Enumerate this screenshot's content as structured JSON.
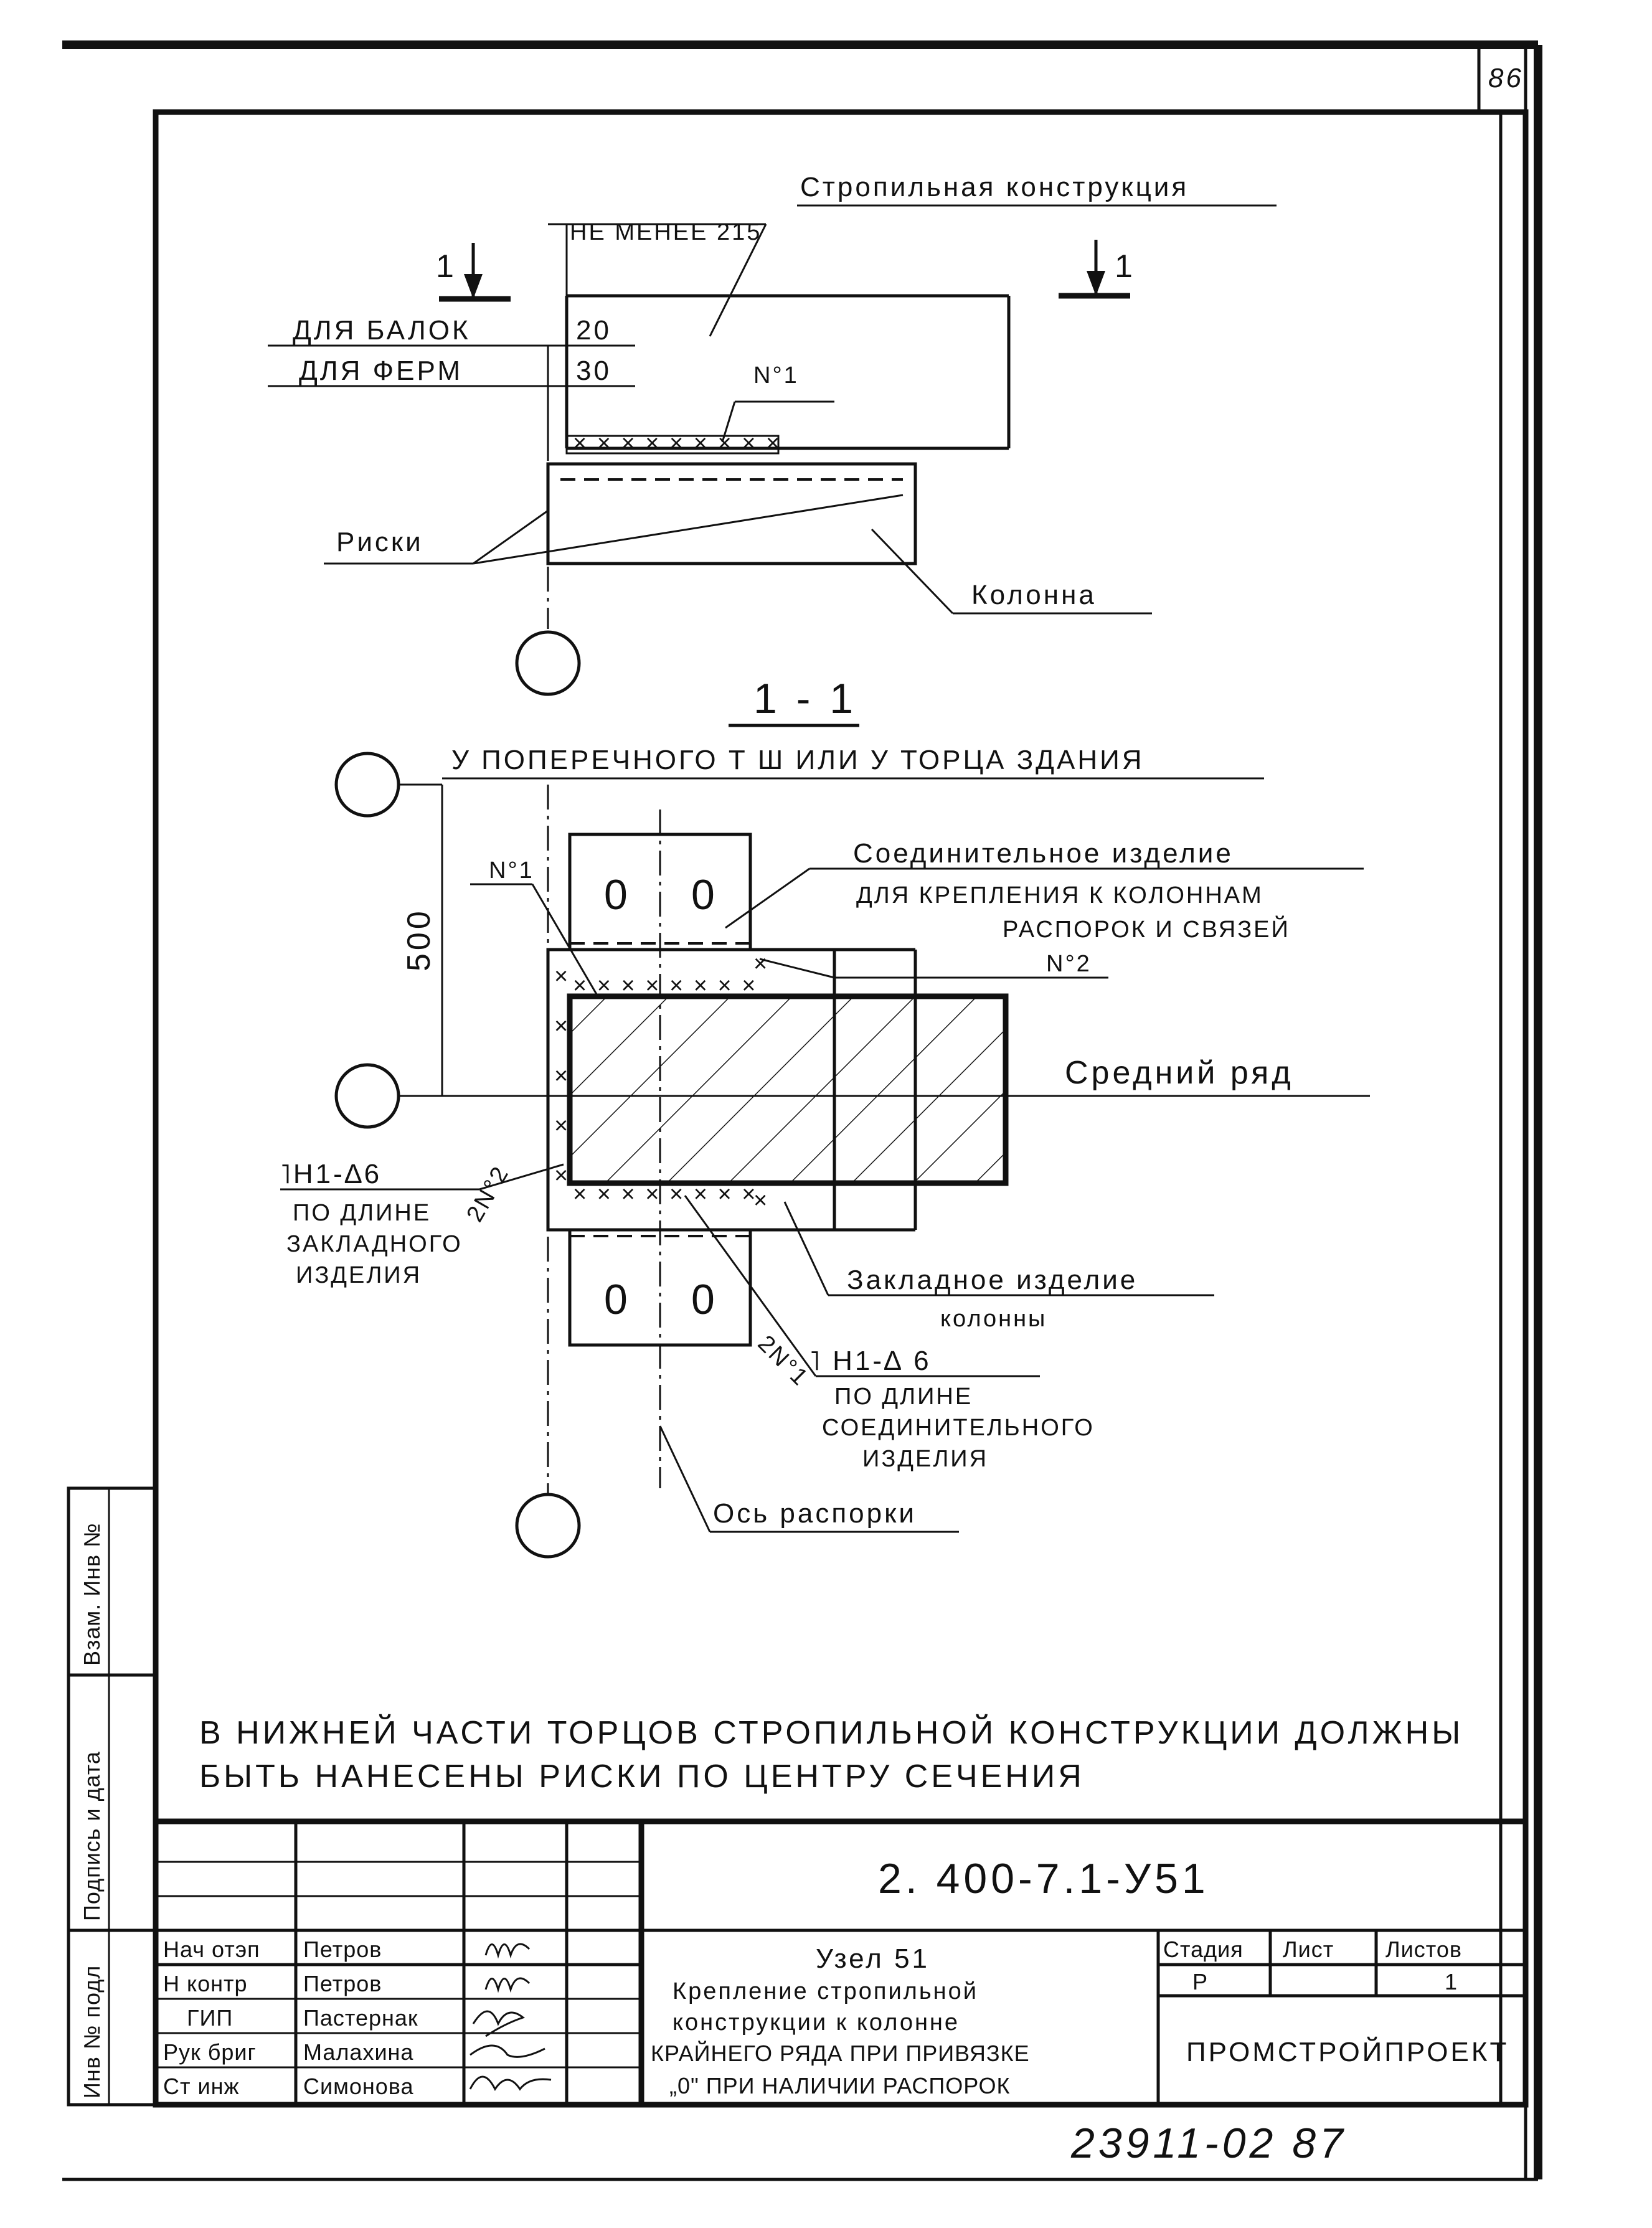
{
  "sheet_number": "86",
  "top_view": {
    "min_label": "НЕ МЕНЕЕ 215",
    "truss_label": "Стропильная конструкция",
    "section_mark": "1",
    "beam_label": "ДЛЯ  БАЛОК",
    "beam_dim": "20",
    "truss_dim_label": "ДЛЯ  ФЕРМ",
    "truss_dim": "30",
    "weld_mark": "N°1",
    "marks_label": "Риски",
    "column_label": "Колонна"
  },
  "section": {
    "title": "1 - 1",
    "edge_label": "У ПОПЕРЕЧНОГО Т Ш  ИЛИ У ТОРЦА ЗДАНИЯ",
    "dim_500": "500",
    "weld1": "N°1",
    "connector_label_1": "Соединительное изделие",
    "connector_label_2": "ДЛЯ КРЕПЛЕНИЯ К КОЛОННАМ",
    "connector_label_3": "РАСПОРОК И СВЯЗЕЙ",
    "weld2": "N°2",
    "middle_row": "Средний  ряд",
    "weld_left_1": "˥Н1-∆6",
    "weld_left_2": "ПО ДЛИНЕ",
    "weld_left_3": "ЗАКЛАДНОГО",
    "weld_left_4": "ИЗДЕЛИЯ",
    "weld_left_mark": "2N°2",
    "embed_label_1": "Закладное изделие",
    "embed_label_2": "колонны",
    "weld_bottom_mark": "2N°1",
    "weld_bottom_1": "˥ Н1-∆ 6",
    "weld_bottom_2": "ПО ДЛИНЕ",
    "weld_bottom_3": "СОЕДИНИТЕЛЬНОГО",
    "weld_bottom_4": "ИЗДЕЛИЯ",
    "strut_axis": "Ось распорки",
    "hole": "0"
  },
  "note": {
    "line1": "В НИЖНЕЙ ЧАСТИ ТОРЦОВ СТРОПИЛЬНОЙ  КОНСТРУКЦИИ  ДОЛЖНЫ",
    "line2": "БЫТЬ НАНЕСЕНЫ РИСКИ  ПО ЦЕНТРУ СЕЧЕНИЯ"
  },
  "side_stamp": {
    "inv_orig": "Инв № подл",
    "sign_date": "Подпись и дата",
    "inv_repl": "Взам. Инв №"
  },
  "title_block": {
    "doc_code": "2. 400-7.1-У51",
    "roles": [
      {
        "role": "Нач отэп",
        "name": "Петров"
      },
      {
        "role": "Н контр",
        "name": "Петров"
      },
      {
        "role": "ГИП",
        "name": "Пастернак"
      },
      {
        "role": "Рук бриг",
        "name": "Малахина"
      },
      {
        "role": "Ст инж",
        "name": "Симонова"
      }
    ],
    "title_1": "Узел 51",
    "title_2": "Крепление стропильной",
    "title_3": "конструкции к колонне",
    "title_4": "КРАЙНЕГО РЯДА ПРИ ПРИВЯЗКЕ",
    "title_5": "„0\" ПРИ НАЛИЧИИ РАСПОРОК",
    "stage_h": "Стадия",
    "sheet_h": "Лист",
    "sheets_h": "Листов",
    "stage": "Р",
    "sheets": "1",
    "org": "ПРОМСТРОЙПРОЕКТ"
  },
  "footer": "23911-02  87"
}
